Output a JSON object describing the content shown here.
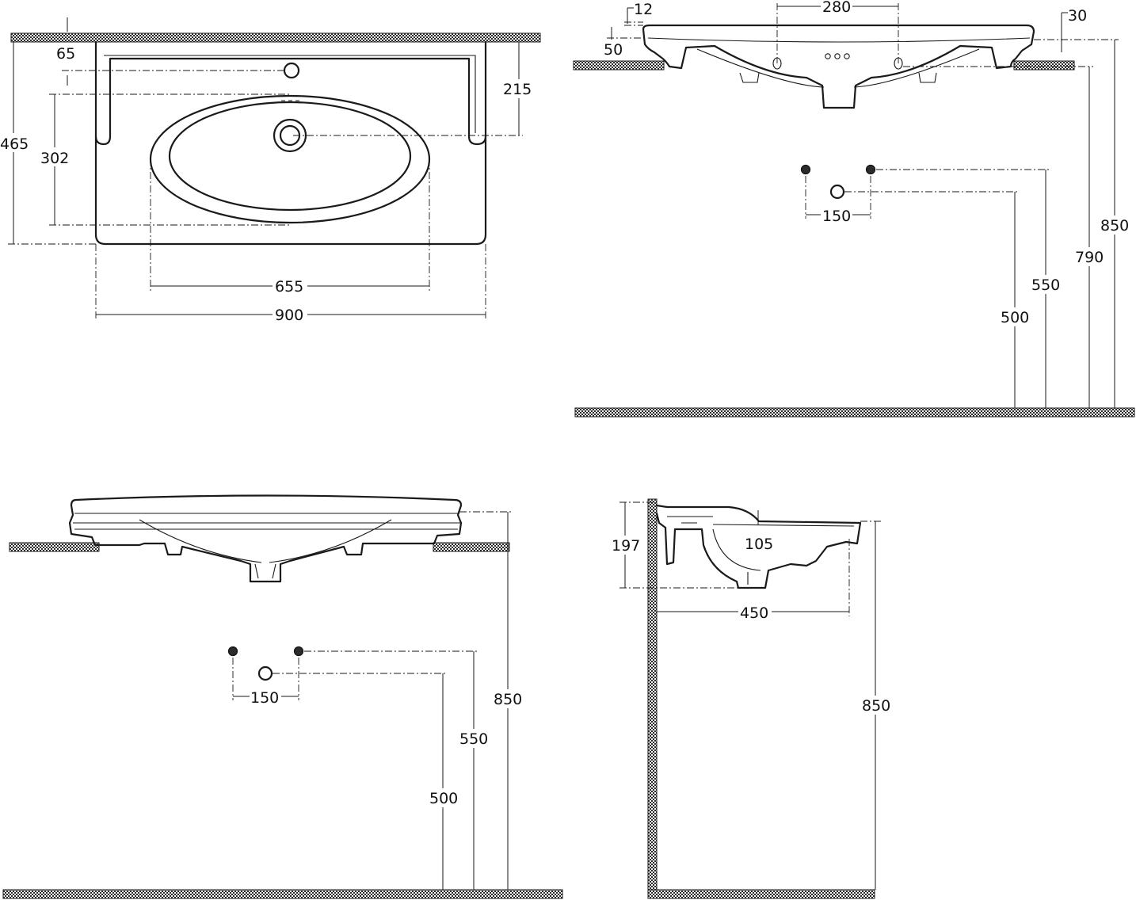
{
  "colors": {
    "line": "#1a1a1a",
    "hatch": "#2b2b2b",
    "background": "#ffffff"
  },
  "views": {
    "top": {
      "dim_65": "65",
      "dim_215": "215",
      "dim_465": "465",
      "dim_302": "302",
      "dim_655": "655",
      "dim_900": "900"
    },
    "front": {
      "dim_12": "12",
      "dim_280": "280",
      "dim_30": "30",
      "dim_50": "50",
      "dim_150": "150",
      "dim_850": "850",
      "dim_790": "790",
      "dim_550": "550",
      "dim_500": "500"
    },
    "elevation": {
      "dim_150": "150",
      "dim_850": "850",
      "dim_550": "550",
      "dim_500": "500"
    },
    "side": {
      "dim_197": "197",
      "dim_105": "105",
      "dim_450": "450",
      "dim_850": "850"
    }
  }
}
